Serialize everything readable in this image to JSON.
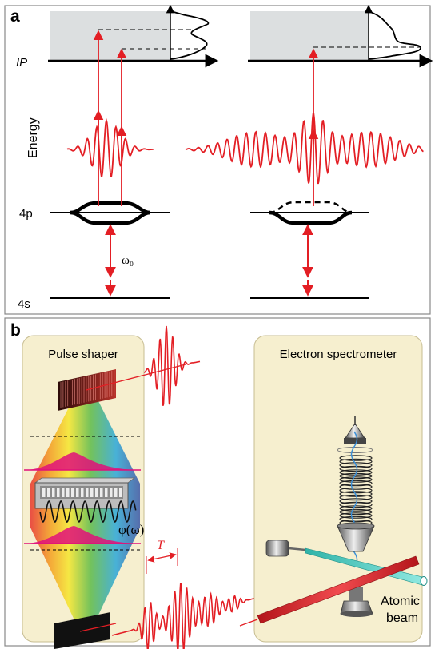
{
  "panel_a": {
    "letter": "a",
    "ip_label": "IP",
    "energy_label": "Energy",
    "level_4p": "4p",
    "level_4s": "4s",
    "omega0": "ω₀"
  },
  "panel_b": {
    "letter": "b",
    "pulse_shaper_title": "Pulse shaper",
    "electron_spectrometer_title": "Electron spectrometer",
    "phi_label": "φ(ω)",
    "delay_label": "T",
    "atomic_beam_line1": "Atomic",
    "atomic_beam_line2": "beam"
  },
  "colors": {
    "laser_red": "#e31e24",
    "panel_beige": "#f6efcf",
    "continuum_gray": "#dcdfe0",
    "pulse_magenta": "#e0107a",
    "beam_cyan": "#3cc8c0"
  }
}
